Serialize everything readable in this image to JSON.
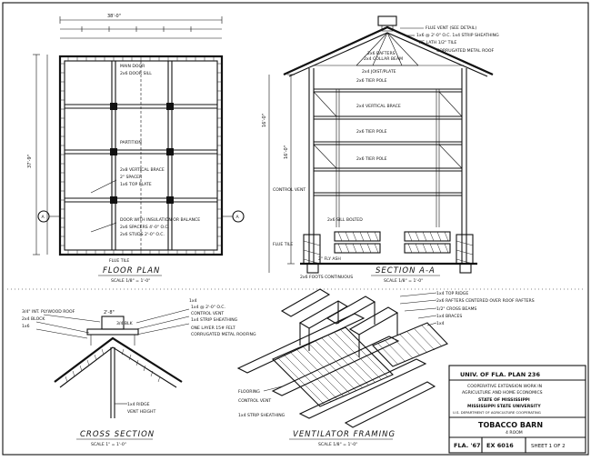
{
  "floor_plan": {
    "title": "FLOOR PLAN",
    "scale": "SCALE 1/8\" = 1'-0\"",
    "top_dimension": "38'-0\"",
    "side_dimension": "37'-9\"",
    "notes": [
      "MAIN DOOR",
      "2x6 DOOR SILL",
      "PARTITION",
      "2x8 VERTICAL BRACE",
      "2\" SPACER",
      "1x6 TOP PLATE",
      "DOOR WITH INSULATION OR BALANCE",
      "2x6 SPACERS 4'-0\" O.C.",
      "2x6 STUDS 2'-0\" O.C.",
      "FLUE TILE"
    ],
    "section_marks": [
      "A",
      "A"
    ]
  },
  "section_aa": {
    "title": "SECTION A-A",
    "scale": "SCALE 1/8\" = 1'-0\"",
    "height_dimension": "16'-0\"",
    "height_dimension_2": "16'-0\"",
    "notes": [
      "FLUE VENT (SEE DETAIL)",
      "1x6 @ 2'-0\" O.C. 1x4 STRIP SHEATHING",
      "TIE LATH 1/2\" TILE",
      "CORRUGATED METAL ROOF",
      "2x6 RAFTERS",
      "2x4 COLLAR BEAM",
      "2x4 JOIST/PLATE",
      "2x6 TIER POLE",
      "2x4 VERTICAL BRACE",
      "2x6 TIER POLE",
      "2x6 TIER POLE",
      "CONTROL VENT",
      "FLUE TILE",
      "2x6 SILL BOLTED",
      "2\" FLY ASH",
      "2x6 FOOTS CONTINUOUS"
    ]
  },
  "cross_section": {
    "title": "CROSS SECTION",
    "scale": "SCALE 1\" = 1'-0\"",
    "notes": [
      "3/4\" INT. PLYWOOD ROOF",
      "2x4 BLOCK",
      "1x6",
      "1x4",
      "1x4 @ 2'-0\" O.C.",
      "CONTROL VENT",
      "1x4 STRIP SHEATHING",
      "ONE LAYER 15# FELT",
      "CORRUGATED METAL ROOFING",
      "1x4 RIDGE",
      "VENT HEIGHT"
    ],
    "dimension": "2'-8\"",
    "dimension_2": "3/4 BLK"
  },
  "ventilator_framing": {
    "title": "VENTILATOR FRAMING",
    "scale": "SCALE 1/8\" = 1'-0\"",
    "notes": [
      "1x4 TOP RIDGE",
      "2x6 RAFTERS CENTERED OVER ROOF RAFTERS",
      "1/2\" CROSS BEAMS",
      "1x4 BRACES",
      "1x4",
      "FLOORING",
      "CONTROL VENT",
      "1x4 STRIP SHEATHING"
    ]
  },
  "title_block": {
    "plan_number": "UNIV. OF FLA. PLAN 236",
    "line1": "COOPERATIVE EXTENSION WORK IN",
    "line2": "AGRICULTURE AND HOME ECONOMICS",
    "line3": "STATE OF MISSISSIPPI",
    "line4": "MISSISSIPPI STATE UNIVERSITY",
    "line5": "U.S. DEPARTMENT OF AGRICULTURE COOPERATING",
    "drawing_title": "TOBACCO BARN",
    "subtitle": "4 ROOM",
    "cell1": "FLA. '67",
    "cell2": "EX 6016",
    "cell3": "SHEET 1 OF 2"
  }
}
